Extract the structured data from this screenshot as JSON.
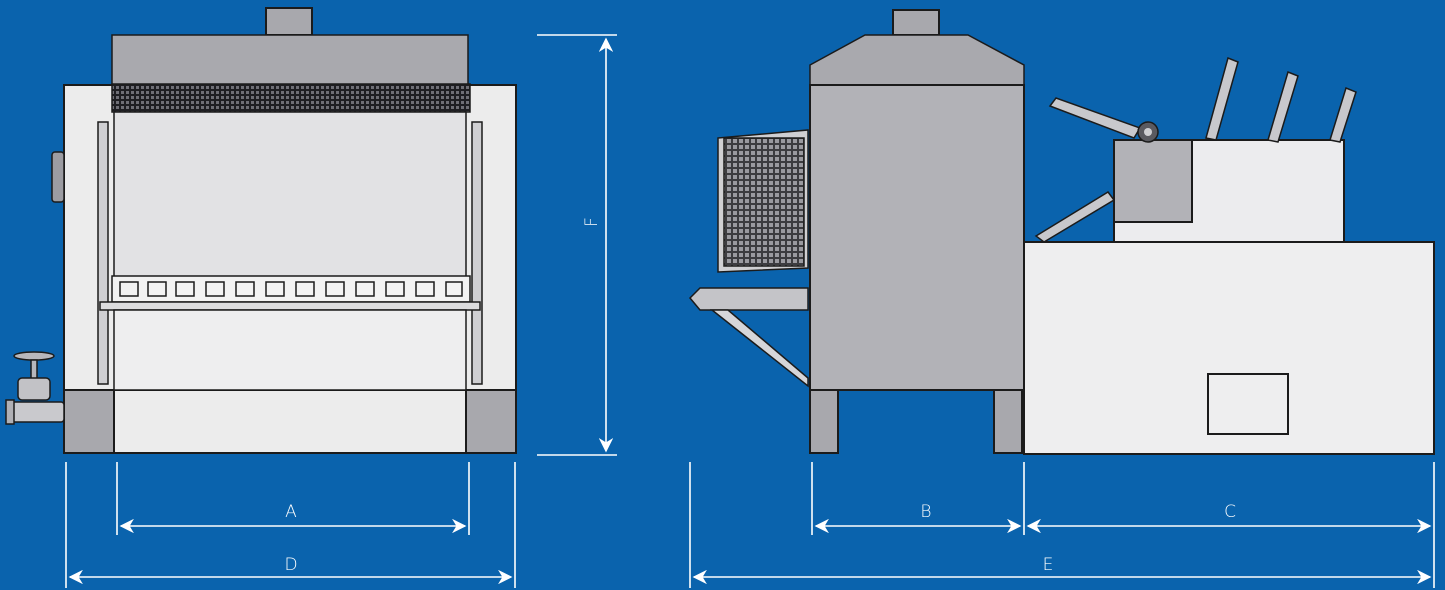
{
  "dimensions": {
    "A": "A",
    "B": "B",
    "C": "C",
    "D": "D",
    "E": "E",
    "F": "F"
  },
  "colors": {
    "background": "#0a63ad",
    "dimension_lines": "#ffffff",
    "machine_body": "#d8d8da",
    "machine_dark": "#a8a8ad"
  }
}
